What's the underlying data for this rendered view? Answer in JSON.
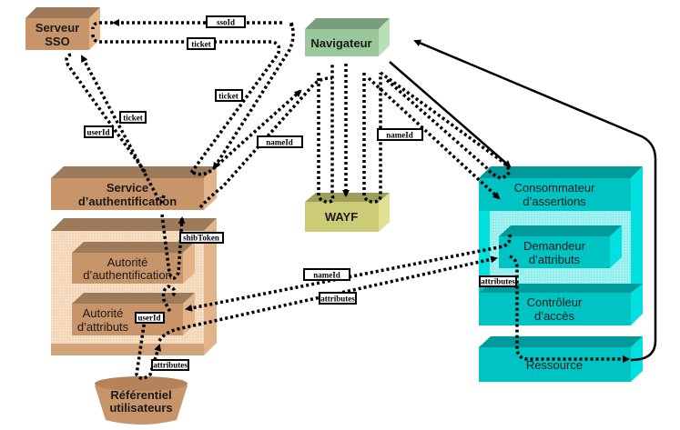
{
  "nodes": {
    "serveur_sso": {
      "line1": "Serveur",
      "line2": "SSO"
    },
    "navigateur": {
      "label": "Navigateur"
    },
    "wayf": {
      "label": "WAYF"
    },
    "service_auth": {
      "line1": "Service",
      "line2": "d’authentification"
    },
    "autorite_auth": {
      "line1": "Autorité",
      "line2": "d’authentification"
    },
    "autorite_attr": {
      "line1": "Autorité",
      "line2": "d’attributs"
    },
    "referentiel": {
      "line1": "Référentiel",
      "line2": "utilisateurs"
    },
    "consommateur": {
      "line1": "Consommateur",
      "line2": "d’assertions"
    },
    "demandeur": {
      "line1": "Demandeur",
      "line2": "d’attributs"
    },
    "controleur": {
      "line1": "Contrôleur",
      "line2": "d’accès"
    },
    "ressource": {
      "label": "Ressource"
    }
  },
  "labels": {
    "ssoId": "ssoId",
    "ticket_top": "ticket",
    "ticket_mid": "ticket",
    "ticket_left": "ticket",
    "userId_left": "userId",
    "nameId_mid": "nameId",
    "nameId_right": "nameId",
    "shibToken": "shibToken",
    "nameId_bottom": "nameId",
    "attributes_bottom": "attributes",
    "userId_bottom": "userId",
    "attributes_ref": "attributes",
    "attributes_right": "attributes"
  },
  "colors": {
    "brown": "#c8946a",
    "brown_top": "#9c7a5a",
    "brown_side": "#e2b48a",
    "green": "#99c99b",
    "green_top": "#7a9e7c",
    "green_side": "#b8e0b6",
    "olive": "#cccc77",
    "olive_top": "#9e9e5a",
    "olive_side": "#e0e090",
    "cyan": "#00c4c4",
    "cyan_top": "#009a9a",
    "cyan_side": "#00e0e0"
  }
}
